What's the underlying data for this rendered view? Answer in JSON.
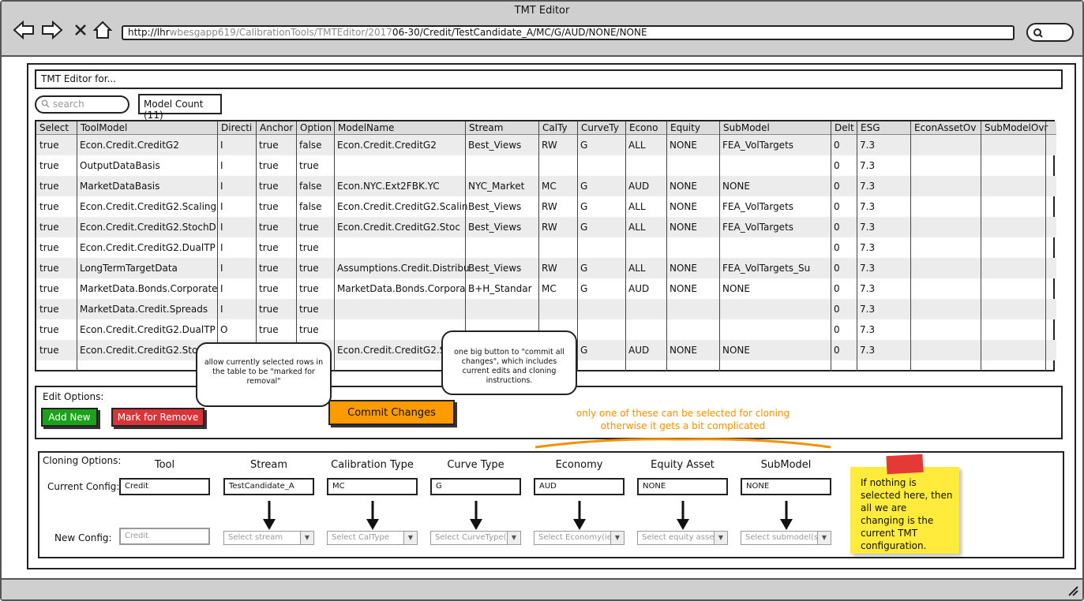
{
  "window": {
    "title": "TMT Editor"
  },
  "browser": {
    "url_dim": "wbesgapp619/CalibrationTools/TMTEditor/2017",
    "url_start": "http://lhr",
    "url_end": "06-30/Credit/TestCandidate_A/MC/G/AUD/NONE/NONE"
  },
  "editor": {
    "title": "TMT Editor for...",
    "search_placeholder": "search",
    "model_count": "Model Count (11)"
  },
  "table": {
    "columns": [
      "Select",
      "ToolModel",
      "Directi",
      "Anchor",
      "Option",
      "ModelName",
      "Stream",
      "CalTy",
      "CurveTy",
      "Econo",
      "Equity",
      "SubModel",
      "Delt",
      "ESG",
      "EconAssetOv",
      "SubModelOvr"
    ],
    "rows": [
      [
        "true",
        "Econ.Credit.CreditG2",
        "I",
        "true",
        "false",
        "Econ.Credit.CreditG2",
        "Best_Views",
        "RW",
        "G",
        "ALL",
        "NONE",
        "FEA_VolTargets",
        "0",
        "7.3",
        "",
        ""
      ],
      [
        "true",
        "OutputDataBasis",
        "I",
        "true",
        "true",
        "",
        "",
        "",
        "",
        "",
        "",
        "",
        "0",
        "7.3",
        "",
        ""
      ],
      [
        "true",
        "MarketDataBasis",
        "I",
        "true",
        "false",
        "Econ.NYC.Ext2FBK.YC",
        "NYC_Market",
        "MC",
        "G",
        "AUD",
        "NONE",
        "NONE",
        "0",
        "7.3",
        "",
        ""
      ],
      [
        "true",
        "Econ.Credit.CreditG2.Scaling",
        "I",
        "true",
        "false",
        "Econ.Credit.CreditG2.Scalin",
        "Best_Views",
        "RW",
        "G",
        "ALL",
        "NONE",
        "FEA_VolTargets",
        "0",
        "7.3",
        "",
        ""
      ],
      [
        "true",
        "Econ.Credit.CreditG2.StochD",
        "I",
        "true",
        "true",
        "Econ.Credit.CreditG2.Stoc",
        "Best_Views",
        "RW",
        "G",
        "ALL",
        "NONE",
        "FEA_VolTargets",
        "0",
        "7.3",
        "",
        ""
      ],
      [
        "true",
        "Econ.Credit.CreditG2.DualTP",
        "I",
        "true",
        "true",
        "",
        "",
        "",
        "",
        "",
        "",
        "",
        "0",
        "7.3",
        "",
        ""
      ],
      [
        "true",
        "LongTermTargetData",
        "I",
        "true",
        "true",
        "Assumptions.Credit.Distribu",
        "Best_Views",
        "RW",
        "G",
        "ALL",
        "NONE",
        "FEA_VolTargets_Su",
        "0",
        "7.3",
        "",
        ""
      ],
      [
        "true",
        "MarketData.Bonds.Corporate",
        "I",
        "true",
        "true",
        "MarketData.Bonds.Corpora",
        "B+H_Standar",
        "MC",
        "G",
        "AUD",
        "NONE",
        "NONE",
        "0",
        "7.3",
        "",
        ""
      ],
      [
        "true",
        "MarketData.Credit.Spreads",
        "I",
        "true",
        "true",
        "",
        "",
        "",
        "",
        "",
        "",
        "",
        "0",
        "7.3",
        "",
        ""
      ],
      [
        "true",
        "Econ.Credit.CreditG2.DualTP",
        "O",
        "true",
        "true",
        "",
        "",
        "",
        "",
        "",
        "",
        "",
        "0",
        "7.3",
        "",
        ""
      ],
      [
        "true",
        "Econ.Credit.CreditG2.Stoc",
        "",
        "",
        "",
        "Econ.Credit.CreditG2.S",
        "",
        "",
        "G",
        "AUD",
        "NONE",
        "NONE",
        "0",
        "7.3",
        "",
        ""
      ]
    ]
  },
  "edit_options": {
    "label": "Edit Options:",
    "add_new": "Add New",
    "mark_remove": "Mark for Remove",
    "commit": "Commit Changes",
    "bubble_remove": "allow currently selected rows in the table to be \"marked for removal\"",
    "bubble_commit": "one big button to \"commit all changes\", which includes current edits and cloning instructions.",
    "note_line1": "only one of these can be selected for cloning",
    "note_line2": "otherwise it gets a bit complicated",
    "note_color": "#f39200"
  },
  "cloning": {
    "label": "Cloning Options:",
    "current_label": "Current Config:",
    "new_label": "New Config:",
    "columns": [
      "Tool",
      "Stream",
      "Calibration Type",
      "Curve Type",
      "Economy",
      "Equity Asset",
      "SubModel"
    ],
    "current": [
      "Credit",
      "TestCandidate_A",
      "MC",
      "G",
      "AUD",
      "NONE",
      "NONE"
    ],
    "new_tool": "Credit",
    "new_selects": [
      "Select stream",
      "Select CalType",
      "Select CurveType(s)",
      "Select Economy(ies)",
      "Select equity asset(s)",
      "Select submodel(s)"
    ]
  },
  "sticky": {
    "text": "If nothing is selected here, then all we are changing is the current TMT configuration.",
    "color": "#ffeb3b"
  },
  "colors": {
    "add": "#1aa31a",
    "remove": "#d8343a",
    "commit": "#ff9b00",
    "chrome": "#cfcfcf"
  }
}
